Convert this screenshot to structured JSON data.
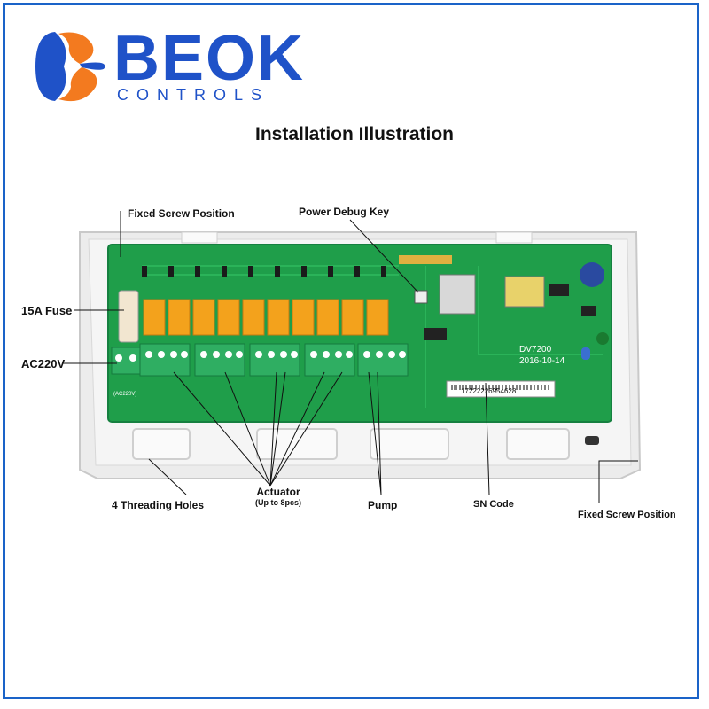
{
  "brand": {
    "name": "BEOK",
    "tagline": "CONTROLS"
  },
  "title": "Installation Illustration",
  "labels": {
    "fixed_screw_top": "Fixed Screw Position",
    "power_debug_key": "Power Debug Key",
    "fuse": "15A Fuse",
    "ac220v": "AC220V",
    "threading_holes": "4 Threading Holes",
    "actuator": "Actuator",
    "actuator_note": "(Up to 8pcs)",
    "pump": "Pump",
    "sn_code": "SN Code",
    "fixed_screw_bottom": "Fixed Screw Position"
  },
  "board": {
    "model": "DV7200",
    "date": "2016-10-14",
    "serial": "17222226954628",
    "ac_mark": "(AC220V)"
  },
  "colors": {
    "accent": "#1f52c8",
    "pcb": "#1f9e4a",
    "relay": "#f3a21c",
    "terminal": "#2fae62",
    "housing": "#ececec"
  }
}
